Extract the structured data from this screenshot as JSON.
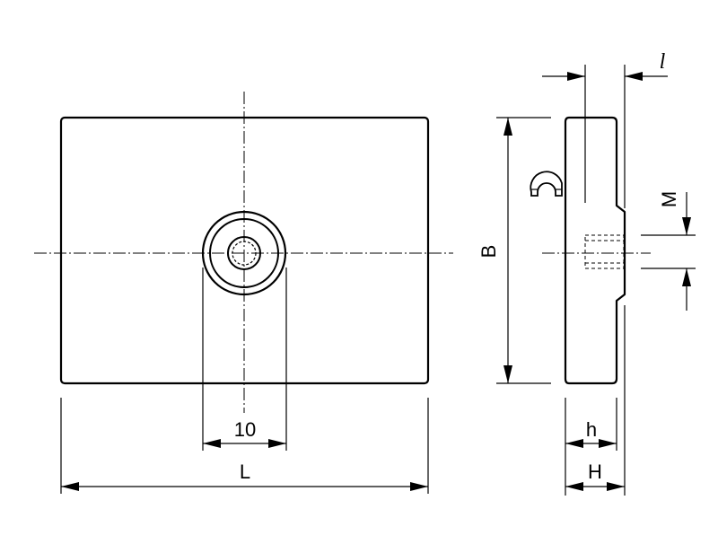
{
  "labels": {
    "dim_10": "10",
    "dim_L": "L",
    "dim_B": "B",
    "dim_h": "h",
    "dim_H": "H",
    "dim_M": "M",
    "dim_l": "l"
  },
  "colors": {
    "line": "#000000",
    "background": "#ffffff"
  },
  "icons": {
    "magnet": "magnet-icon"
  }
}
